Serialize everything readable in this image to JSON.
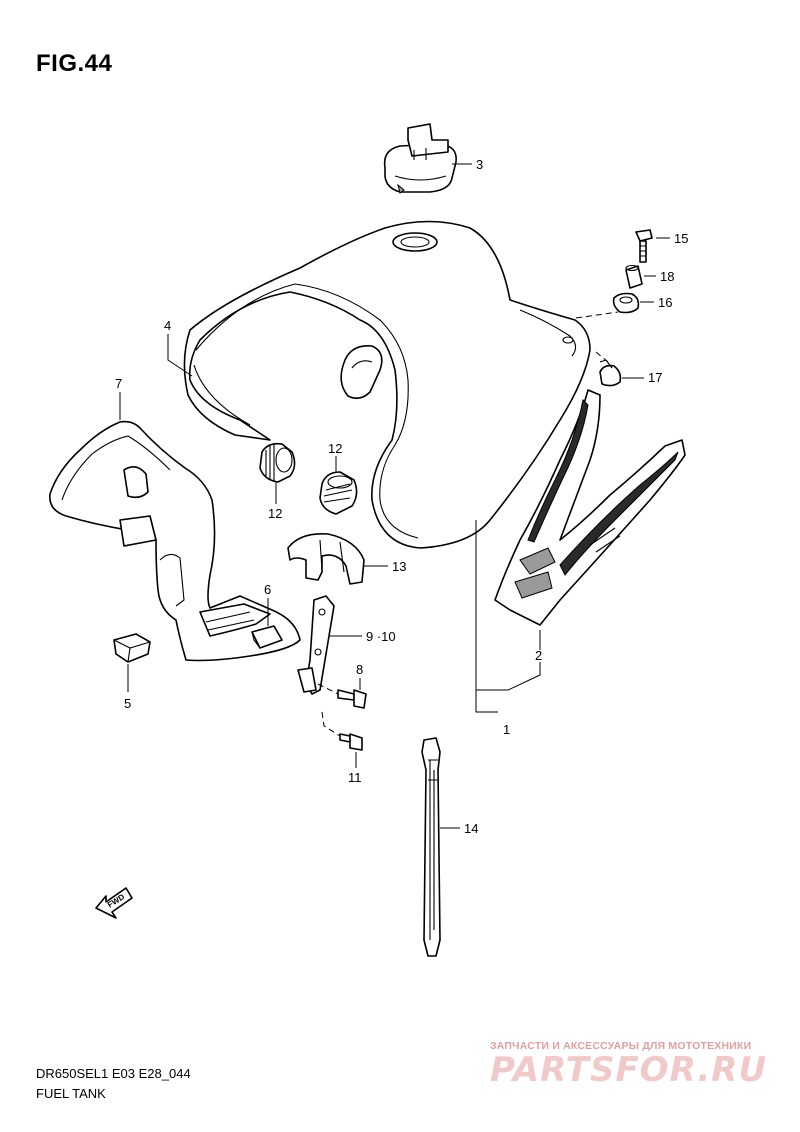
{
  "figure": {
    "title": "FIG.44",
    "model_code": "DR650SEL1 E03 E28_044",
    "name": "FUEL TANK"
  },
  "callouts": [
    {
      "id": "c1",
      "label": "1"
    },
    {
      "id": "c2",
      "label": "2"
    },
    {
      "id": "c3",
      "label": "3"
    },
    {
      "id": "c4",
      "label": "4"
    },
    {
      "id": "c5",
      "label": "5"
    },
    {
      "id": "c6",
      "label": "6"
    },
    {
      "id": "c7",
      "label": "7"
    },
    {
      "id": "c8",
      "label": "8"
    },
    {
      "id": "c9",
      "label": "9 ·10"
    },
    {
      "id": "c11",
      "label": "11"
    },
    {
      "id": "c12a",
      "label": "12"
    },
    {
      "id": "c12b",
      "label": "12"
    },
    {
      "id": "c13",
      "label": "13"
    },
    {
      "id": "c14",
      "label": "14"
    },
    {
      "id": "c15",
      "label": "15"
    },
    {
      "id": "c16",
      "label": "16"
    },
    {
      "id": "c17",
      "label": "17"
    },
    {
      "id": "c18",
      "label": "18"
    }
  ],
  "fwd_arrow": {
    "label": "FWD"
  },
  "watermark": {
    "tagline": "ЗАПЧАСТИ И АКСЕССУАРЫ ДЛЯ МОТОТЕХНИКИ",
    "logo": "PARTSFOR.RU"
  }
}
